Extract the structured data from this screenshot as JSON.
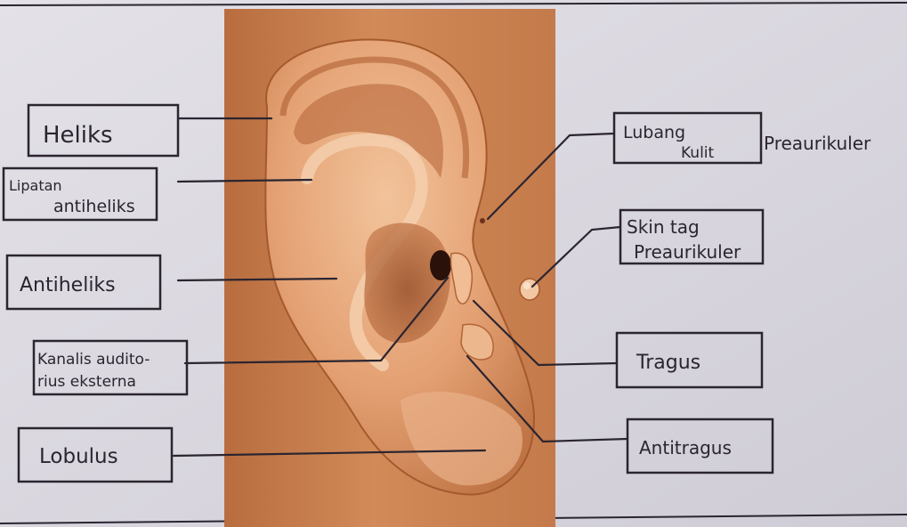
{
  "labels": {
    "heliks": "Heliks",
    "lipatan_line1": "Lipatan",
    "lipatan_line2": "antiheliks",
    "antiheliks": "Antiheliks",
    "kanalis_line1": "Kanalis audito-",
    "kanalis_line2": "rius eksterna",
    "lobulus": "Lobulus",
    "lubang_line1": "Lubang",
    "lubang_line2": "Kulit",
    "lubang_line3": "Preaurikuler",
    "skin_line1": "Skin tag",
    "skin_line2": "Preaurikuler",
    "tragus": "Tragus",
    "antitragus": "Antitragus"
  },
  "colors": {
    "page": "#d9d6df",
    "ear_background": "#c67d4d",
    "ear_skin": "#e7a77a",
    "ear_shadow": "#9b4f28",
    "ink": "#2b2530"
  }
}
